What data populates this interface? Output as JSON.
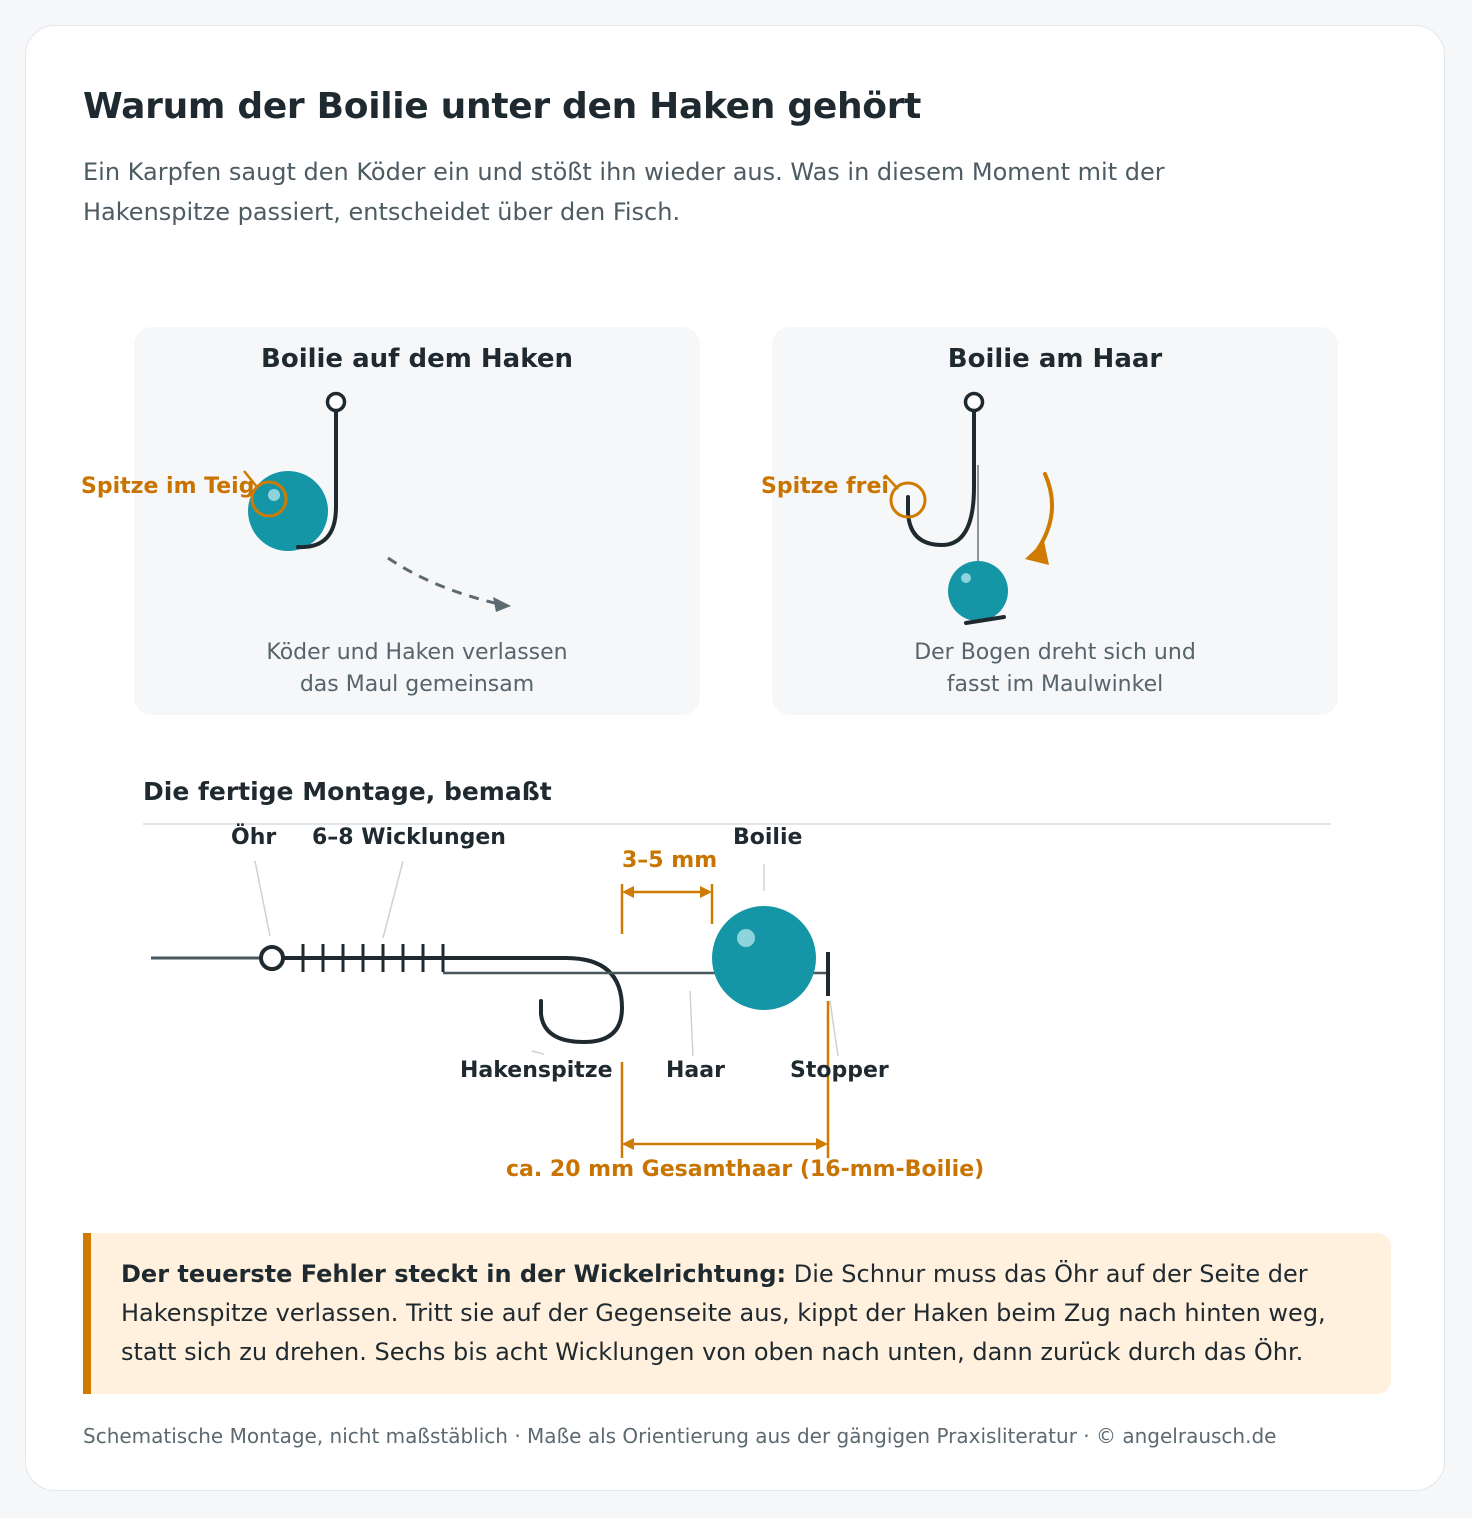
{
  "header": {
    "title": "Warum der Boilie unter den Haken gehört",
    "lede": "Ein Karpfen saugt den Köder ein und stößt ihn wieder aus. Was in diesem Moment mit der Hakenspitze passiert, entscheidet über den Fisch."
  },
  "panels": {
    "left": {
      "title": "Boilie auf dem Haken",
      "label": "Spitze im Teig",
      "caption_line1": "Köder und Haken verlassen",
      "caption_line2": "das Maul gemeinsam"
    },
    "right": {
      "title": "Boilie am Haar",
      "label": "Spitze frei",
      "caption_line1": "Der Bogen dreht sich und",
      "caption_line2": "fasst im Maulwinkel"
    }
  },
  "rig": {
    "section_title": "Die fertige Montage, bemaßt",
    "labels": {
      "eye": "Öhr",
      "wraps": "6–8 Wicklungen",
      "boilie": "Boilie",
      "hook_point": "Hakenspitze",
      "hair": "Haar",
      "stopper": "Stopper"
    },
    "dimensions": {
      "gap": "3–5 mm",
      "total": "ca. 20 mm Gesamthaar (16-mm-Boilie)"
    }
  },
  "callout": {
    "lead": "Der teuerste Fehler steckt in der Wickelrichtung:",
    "text": " Die Schnur muss das Öhr auf der Seite der Hakenspitze verlassen. Tritt sie auf der Gegenseite aus, kippt der Haken beim Zug nach hinten weg, statt sich zu drehen. Sechs bis acht Wicklungen von oben nach unten, dann zurück durch das Öhr."
  },
  "footer": "Schematische Montage, nicht maßstäblich · Maße als Orientierung aus der gängigen Praxisliteratur · © angelrausch.de",
  "colors": {
    "teal": "#1596a6",
    "orange": "#cf7a00",
    "ink": "#1f2a30",
    "callout_bg": "#fff1de"
  }
}
